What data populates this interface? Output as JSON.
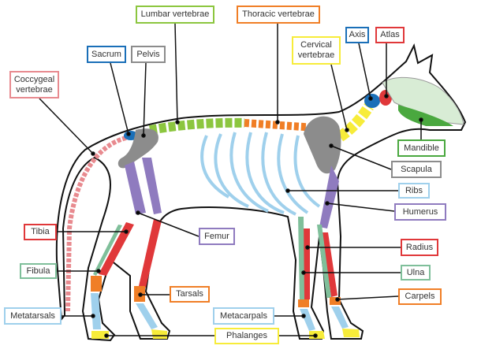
{
  "labels": [
    {
      "id": "lumbar",
      "text": "Lumbar vertebrae",
      "color": "#8cc63f"
    },
    {
      "id": "thoracic",
      "text": "Thoracic vertebrae",
      "color": "#f07e26"
    },
    {
      "id": "axis",
      "text": "Axis",
      "color": "#1a6fb8"
    },
    {
      "id": "atlas",
      "text": "Atlas",
      "color": "#e0383a"
    },
    {
      "id": "sacrum",
      "text": "Sacrum",
      "color": "#1a6fb8"
    },
    {
      "id": "pelvis",
      "text": "Pelvis",
      "color": "#8c8c8c"
    },
    {
      "id": "cervical",
      "text": "Cervical\nvertebrae",
      "color": "#f7ec3a"
    },
    {
      "id": "coccygeal",
      "text": "Coccygeal\nvertebrae",
      "color": "#e88a8f"
    },
    {
      "id": "mandible",
      "text": "Mandible",
      "color": "#4aa83f"
    },
    {
      "id": "scapula",
      "text": "Scapula",
      "color": "#8c8c8c"
    },
    {
      "id": "ribs",
      "text": "Ribs",
      "color": "#9fd0ec"
    },
    {
      "id": "humerus",
      "text": "Humerus",
      "color": "#8f7bbf"
    },
    {
      "id": "tibia",
      "text": "Tibia",
      "color": "#e0383a"
    },
    {
      "id": "femur",
      "text": "Femur",
      "color": "#8f7bbf"
    },
    {
      "id": "radius",
      "text": "Radius",
      "color": "#e0383a"
    },
    {
      "id": "fibula",
      "text": "Fibula",
      "color": "#7fbf9a"
    },
    {
      "id": "ulna",
      "text": "Ulna",
      "color": "#7fbf9a"
    },
    {
      "id": "tarsals",
      "text": "Tarsals",
      "color": "#f07e26"
    },
    {
      "id": "carpels",
      "text": "Carpels",
      "color": "#f07e26"
    },
    {
      "id": "metatarsals",
      "text": "Metatarsals",
      "color": "#9fd0ec"
    },
    {
      "id": "metacarpals",
      "text": "Metacarpals",
      "color": "#9fd0ec"
    },
    {
      "id": "phalanges",
      "text": "Phalanges",
      "color": "#f7ec3a"
    }
  ]
}
